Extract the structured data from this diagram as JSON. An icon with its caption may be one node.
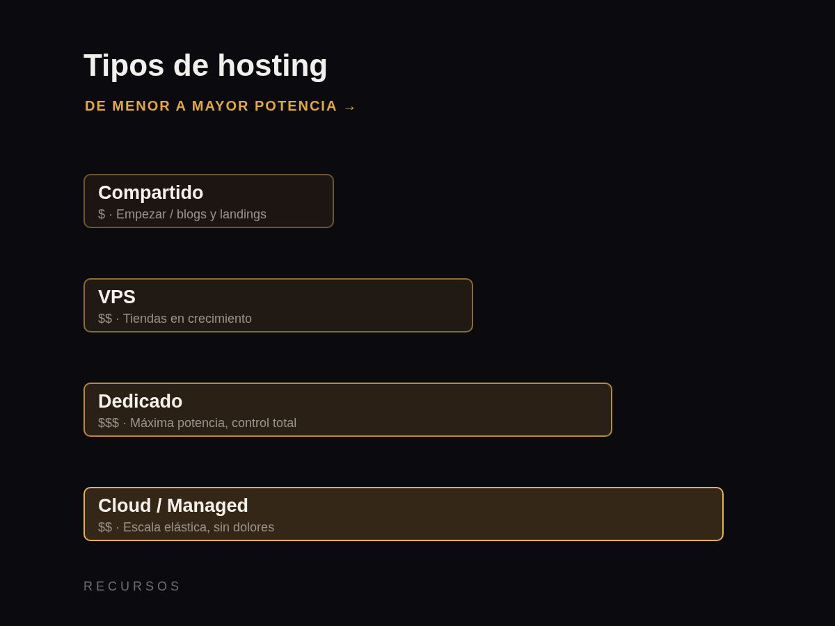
{
  "diagram": {
    "title": "Tipos de hosting",
    "nodes": [
      {
        "text": [
          "Compartido",
          "$ · Empezar / blogs y landings"
        ]
      },
      {
        "text": [
          "VPS",
          "$$ · Tiendas en crecimiento"
        ]
      },
      {
        "text": [
          "Dedicado",
          "$$$ · Máxima potencia, control total"
        ]
      },
      {
        "text": [
          "Cloud / Managed",
          "$$ · Escala elástica, sin dolores"
        ]
      }
    ],
    "edges": [],
    "labels": [
      "DE MENOR A MAYOR POTENCIA →",
      "RECURSOS"
    ]
  }
}
